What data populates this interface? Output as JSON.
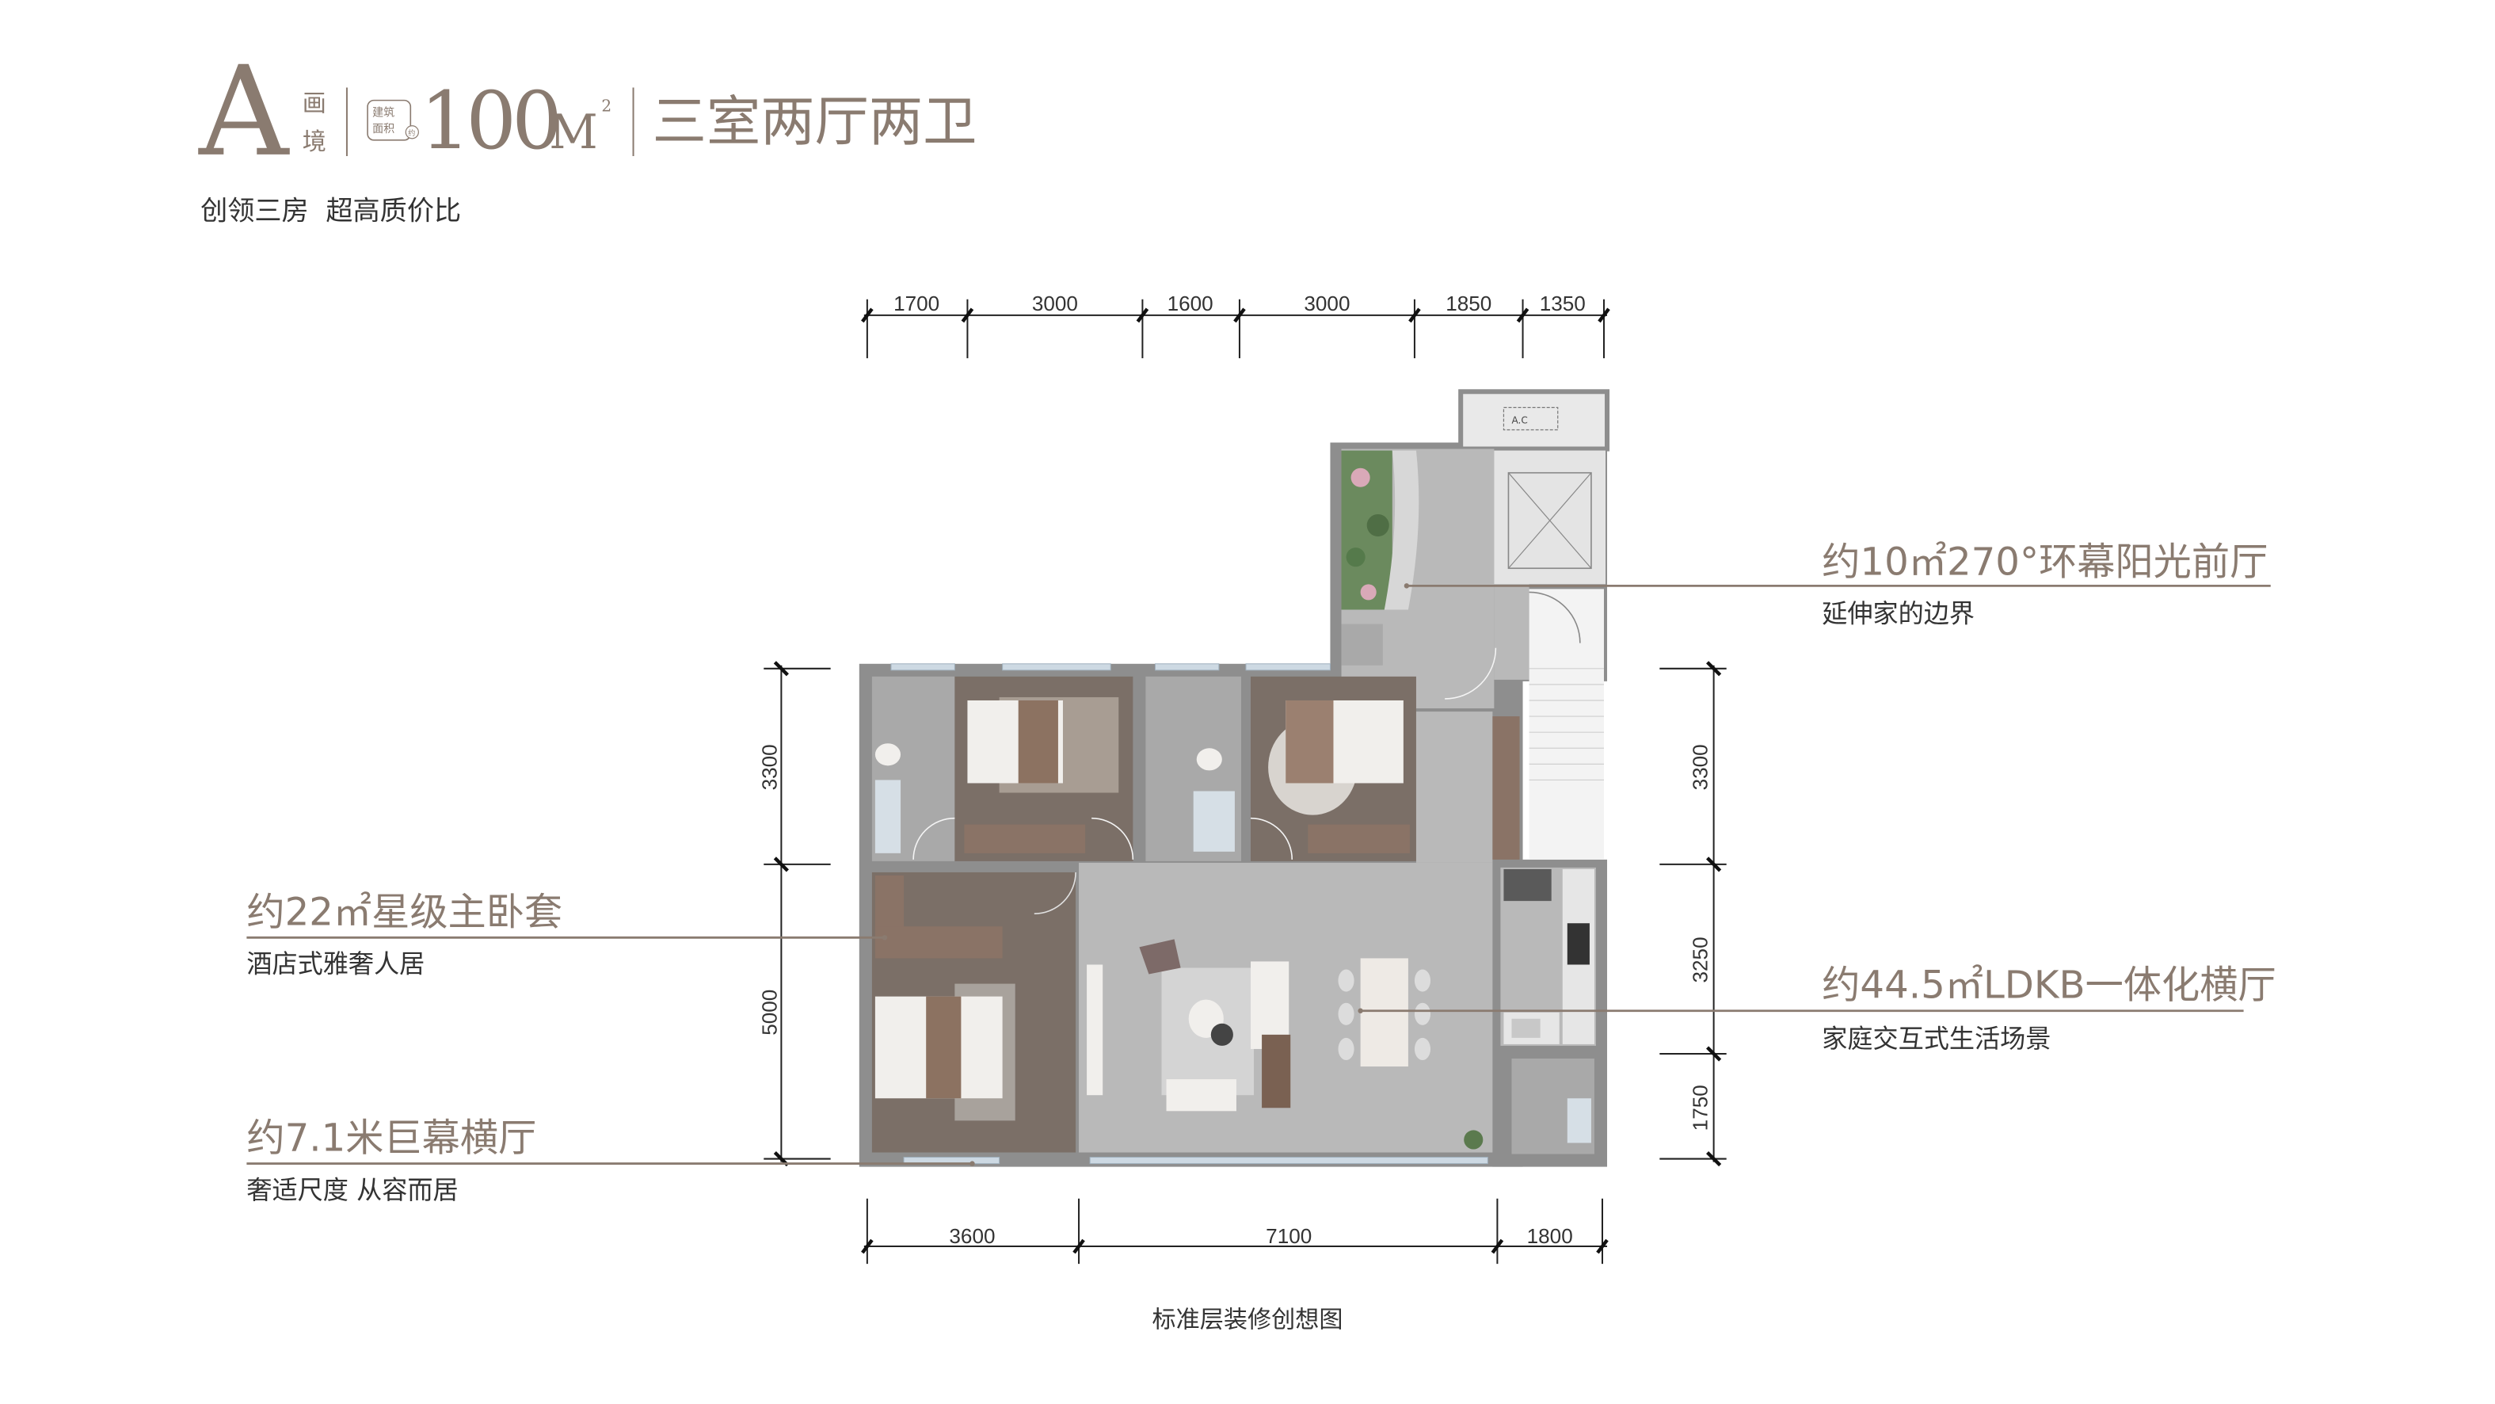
{
  "header": {
    "type_letter": "A",
    "type_name_chars": [
      "画",
      "境"
    ],
    "area_badge_lines": [
      "建筑",
      "面积"
    ],
    "area_badge_suffix": "约",
    "area_value": "100",
    "area_unit": "M",
    "area_unit_sup": "2",
    "layout": "三室两厅两卫",
    "subtitle": "创领三房  超高质价比"
  },
  "dimensions": {
    "top": [
      "1700",
      "3000",
      "1600",
      "3000",
      "1850",
      "1350"
    ],
    "left": [
      "3300",
      "5000"
    ],
    "right": [
      "3300",
      "3250",
      "1750"
    ],
    "bottom": [
      "3600",
      "7100",
      "1800"
    ]
  },
  "callouts": [
    {
      "title": "约10㎡270°环幕阳光前厅",
      "subtitle": "延伸家的边界"
    },
    {
      "title": "约44.5㎡LDKB一体化横厅",
      "subtitle": "家庭交互式生活场景"
    },
    {
      "title": "约22㎡星级主卧套",
      "subtitle": "酒店式雅奢人居"
    },
    {
      "title": "约7.1米巨幕横厅",
      "subtitle": "奢适尺度 从容而居"
    }
  ],
  "plan": {
    "ac_label": "A.C",
    "caption": "标准层装修创想图"
  },
  "colors": {
    "accent": "#8a7b70",
    "wall": "#8e8e8e",
    "wood_floor": "#7b6f67",
    "tile_floor": "#b9b9b9"
  }
}
